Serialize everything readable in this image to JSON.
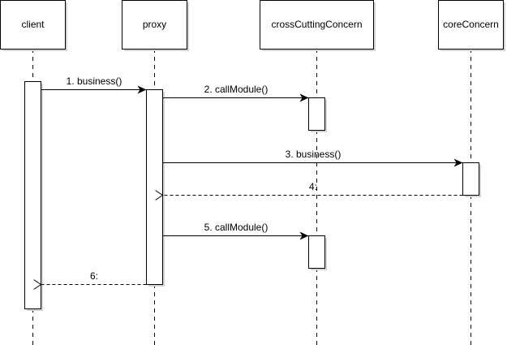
{
  "diagram": {
    "type": "sequence",
    "colors": {
      "line": "#000000",
      "fill": "#ffffff",
      "shadow": "#d4d4d4"
    },
    "participants": [
      {
        "id": "client",
        "label": "client"
      },
      {
        "id": "proxy",
        "label": "proxy"
      },
      {
        "id": "crossCuttingConcern",
        "label": "crossCuttingConcern"
      },
      {
        "id": "coreConcern",
        "label": "coreConcern"
      }
    ],
    "messages": [
      {
        "label": "1. business()",
        "from": "client",
        "to": "proxy",
        "kind": "sync"
      },
      {
        "label": "2. callModule()",
        "from": "proxy",
        "to": "crossCuttingConcern",
        "kind": "sync"
      },
      {
        "label": "3. business()",
        "from": "proxy",
        "to": "coreConcern",
        "kind": "sync"
      },
      {
        "label": "4:",
        "from": "coreConcern",
        "to": "proxy",
        "kind": "return"
      },
      {
        "label": "5. callModule()",
        "from": "proxy",
        "to": "crossCuttingConcern",
        "kind": "sync"
      },
      {
        "label": "6:",
        "from": "proxy",
        "to": "client",
        "kind": "return"
      }
    ]
  }
}
